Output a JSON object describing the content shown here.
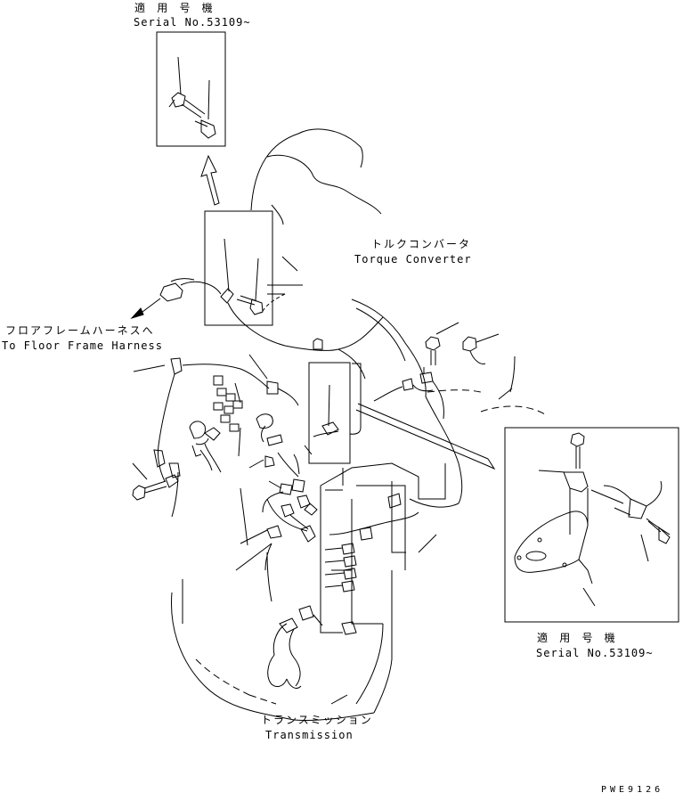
{
  "labels": {
    "top_applicable_jp": "適 用 号 機",
    "top_serial": "Serial No.53109~",
    "torque_converter_jp": "トルクコンバータ",
    "torque_converter_en": "Torque Converter",
    "floor_frame_jp": "フロアフレームハーネスへ",
    "floor_frame_en": "To Floor Frame Harness",
    "bottom_applicable_jp": "適 用 号 機",
    "bottom_serial": "Serial No.53109~",
    "transmission_jp": "トランスミッション",
    "transmission_en": "Transmission",
    "drawing_code": "PWE9126"
  },
  "colors": {
    "line": "#000000",
    "background": "#ffffff"
  }
}
